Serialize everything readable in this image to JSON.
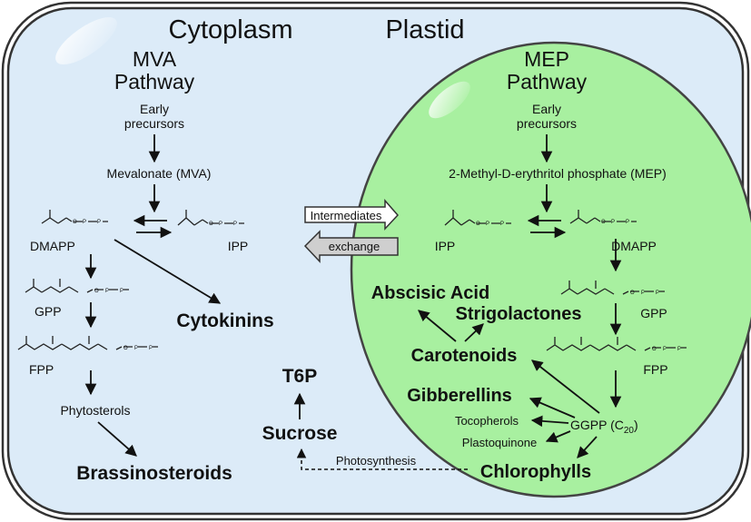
{
  "compartments": {
    "cytoplasm": "Cytoplasm",
    "plastid": "Plastid"
  },
  "mva": {
    "title_line1": "MVA",
    "title_line2": "Pathway",
    "early_line1": "Early",
    "early_line2": "precursors",
    "mevalonate": "Mevalonate  (MVA)",
    "dmapp": "DMAPP",
    "ipp": "IPP",
    "gpp": "GPP",
    "fpp": "FPP",
    "phytosterols": "Phytosterols",
    "brassinosteroids": "Brassinosteroids",
    "cytokinins": "Cytokinins"
  },
  "mep": {
    "title_line1": "MEP",
    "title_line2": "Pathway",
    "early_line1": "Early",
    "early_line2": "precursors",
    "mep_full": "2-Methyl-D-erythritol phosphate (MEP)",
    "ipp": "IPP",
    "dmapp": "DMAPP",
    "gpp": "GPP",
    "fpp": "FPP",
    "ggpp": "GGPP (C",
    "ggpp_sub": "20",
    "ggpp_close": ")",
    "abscisic": "Abscisic Acid",
    "strigolactones": "Strigolactones",
    "carotenoids": "Carotenoids",
    "gibberellins": "Gibberellins",
    "tocopherols": "Tocopherols",
    "plastoquinone": "Plastoquinone",
    "chlorophylls": "Chlorophylls"
  },
  "exchange": {
    "top": "Intermediates",
    "bottom": "exchange"
  },
  "sugar": {
    "t6p": "T6P",
    "sucrose": "Sucrose",
    "photosynthesis": "Photosynthesis"
  },
  "colors": {
    "cell_fill": "#dcebf8",
    "cell_stroke": "#333333",
    "plastid_fill": "#a8f0a0",
    "plastid_stroke": "#444444",
    "arrow_box_fill": "#ffffff",
    "arrow_box_gray": "#cfcfcf"
  }
}
